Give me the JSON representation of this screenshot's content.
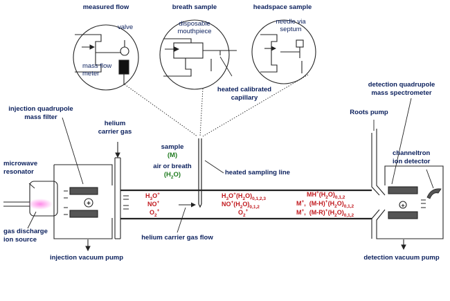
{
  "titles": {
    "measured_flow": "measured flow",
    "breath_sample": "breath sample",
    "headspace_sample": "headspace sample"
  },
  "inset_labels": {
    "valve": "valve",
    "mass_flow_meter_1": "mass flow",
    "mass_flow_meter_2": "meter",
    "disposable_mouthpiece_1": "disposable",
    "disposable_mouthpiece_2": "mouthpiece",
    "needle_via_septum_1": "needle via",
    "needle_via_septum_2": "septum",
    "heated_capillary_1": "heated calibrated",
    "heated_capillary_2": "capillary"
  },
  "main_labels": {
    "injection_quad_1": "injection quadrupole",
    "injection_quad_2": "mass filter",
    "helium_carrier_1": "helium",
    "helium_carrier_2": "carrier gas",
    "sample_1": "sample",
    "sample_M": "M",
    "air_or_breath": "air or breath",
    "h2o_open": "(",
    "h2o_close": ")",
    "heated_sampling_line": "heated sampling line",
    "microwave_1": "microwave",
    "microwave_2": "resonator",
    "gas_discharge_1": "gas discharge",
    "gas_discharge_2": "ion source",
    "helium_carrier_flow": "helium carrier gas flow",
    "injection_vacuum_pump": "injection vacuum pump",
    "roots_pump": "Roots pump",
    "detection_quad_1": "detection quadrupole",
    "detection_quad_2": "mass spectrometer",
    "channeltron_1": "channeltron",
    "channeltron_2": "ion detector",
    "detection_vacuum_pump": "detection vacuum pump"
  },
  "ions": {
    "precursor_1": "H3O+",
    "precursor_2": "NO+",
    "precursor_3": "O2+",
    "reagent_1": "H3O+(H2O)0,1,2,3",
    "reagent_2": "NO+(H2O)0,1,2",
    "reagent_3": "O2+",
    "product_1": "MH+(H2O)0,1,2",
    "product_2": "M+, (M-H)+(H2O)0,1,2",
    "product_3": "M+, (M-R)+(H2O)0,1,2"
  },
  "colors": {
    "label": "#0a1f5c",
    "ion": "#c0161b",
    "green": "#1e7a1e",
    "line": "#222222",
    "rod": "#555555",
    "plasma": "#e040c0"
  },
  "icons": [
    "plus-symbol",
    "down-arrow",
    "horn-detector"
  ]
}
